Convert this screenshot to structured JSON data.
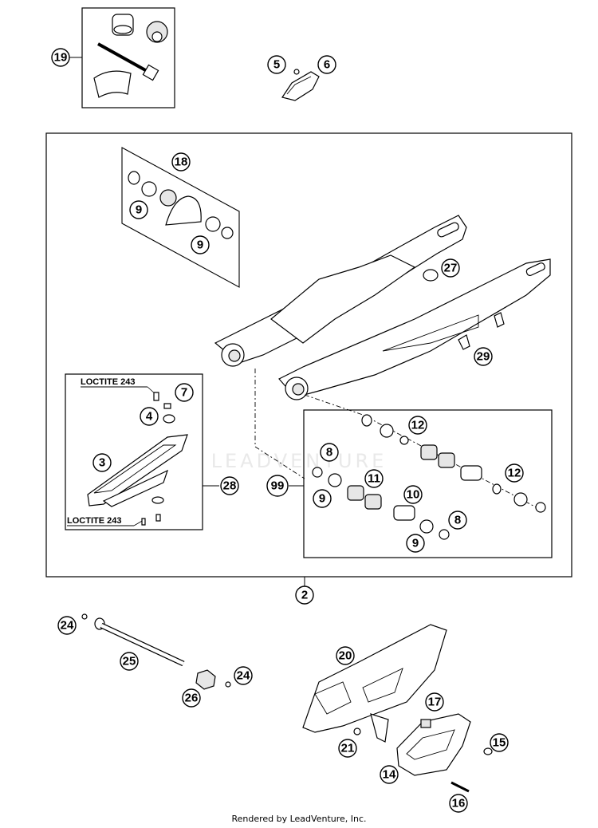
{
  "watermark": "LEADVENTURE",
  "footer": "Rendered by LeadVenture, Inc.",
  "threadlocker_labels": [
    "LOCTITE 243",
    "LOCTITE 243"
  ],
  "callouts": {
    "c19": "19",
    "c5": "5",
    "c6": "6",
    "c18": "18",
    "c9a": "9",
    "c9b": "9",
    "c27": "27",
    "c29": "29",
    "c7": "7",
    "c4": "4",
    "c3": "3",
    "c28": "28",
    "c12a": "12",
    "c8a": "8",
    "c99": "99",
    "c11": "11",
    "c12b": "12",
    "c9c": "9",
    "c10": "10",
    "c8b": "8",
    "c9d": "9",
    "c2": "2",
    "c24a": "24",
    "c25": "25",
    "c26": "26",
    "c24b": "24",
    "c20": "20",
    "c17": "17",
    "c21": "21",
    "c15": "15",
    "c14": "14",
    "c16": "16"
  }
}
